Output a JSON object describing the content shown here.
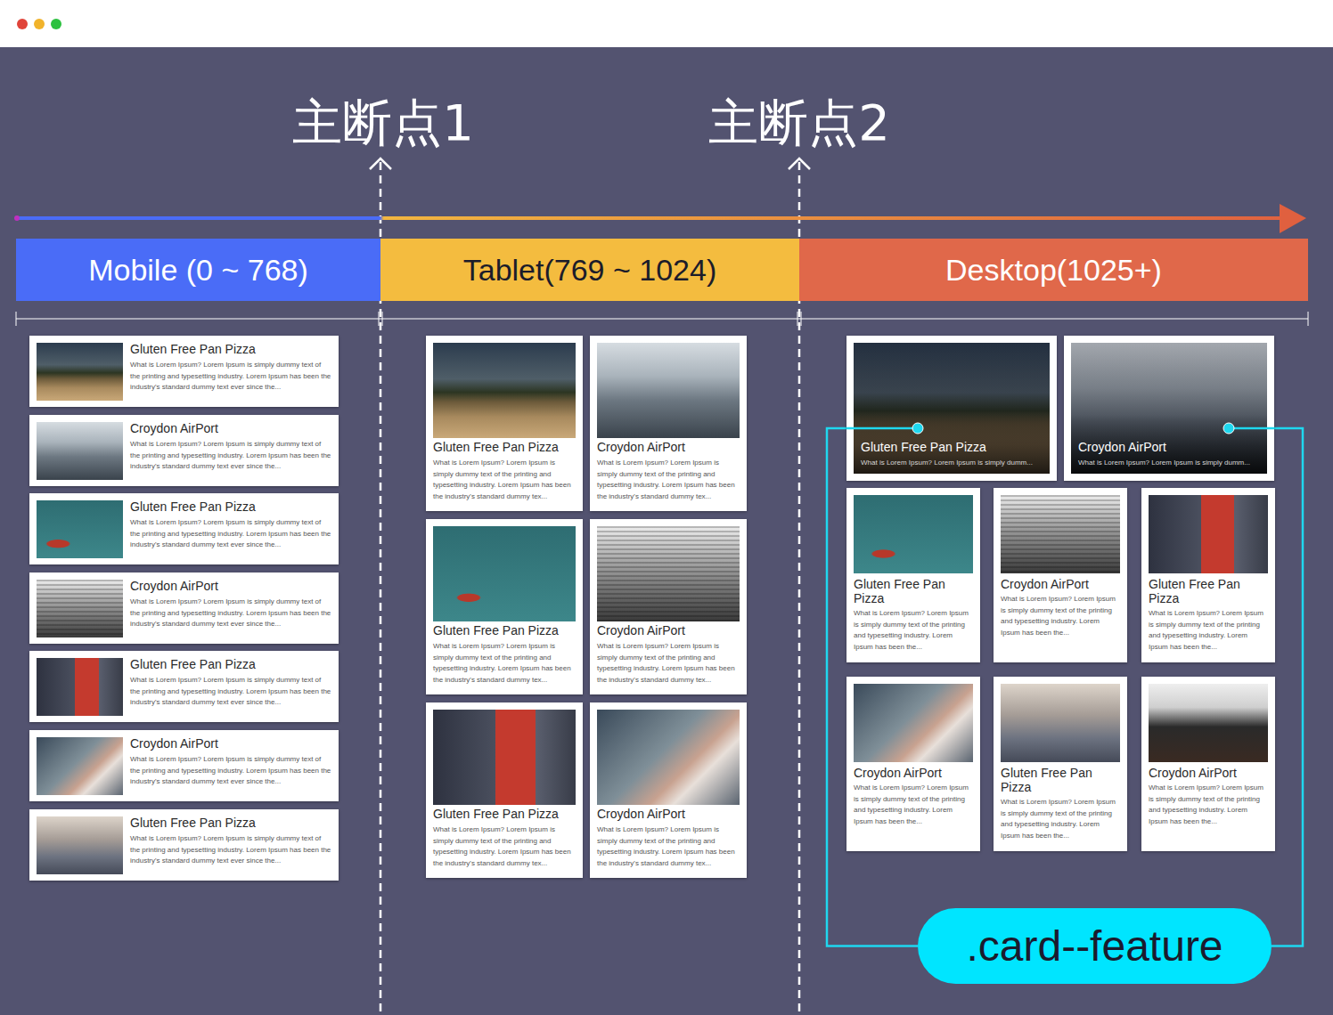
{
  "diagram": {
    "nodes": [
      {
        "text": [
          "Mobile (0 ~ 768)"
        ]
      },
      {
        "text": [
          "Tablet(769 ~ 1024)"
        ]
      },
      {
        "text": [
          "Desktop(1025+)"
        ]
      },
      {
        "text": [
          "Gluten Free Pan Pizza",
          "What is Lorem Ipsum? Lorem Ipsum is simply dummy text of the printing and typesetting industry. Lorem Ipsum has been the industry's standard dummy text ever since the..."
        ]
      },
      {
        "text": [
          "Croydon AirPort",
          "What is Lorem Ipsum? Lorem Ipsum is simply dummy text of the printing and typesetting industry. Lorem Ipsum has been the industry's standard dummy text ever since the..."
        ]
      },
      {
        "text": [
          "Gluten Free Pan Pizza",
          "What is Lorem Ipsum? Lorem Ipsum is simply dummy text of the printing and typesetting industry. Lorem Ipsum has been the industry's standard dummy text ever since the..."
        ]
      },
      {
        "text": [
          "Croydon AirPort",
          "What is Lorem Ipsum? Lorem Ipsum is simply dummy text of the printing and typesetting industry. Lorem Ipsum has been the industry's standard dummy text ever since the..."
        ]
      },
      {
        "text": [
          "Gluten Free Pan Pizza",
          "What is Lorem Ipsum? Lorem Ipsum is simply dummy text of the printing and typesetting industry. Lorem Ipsum has been the industry's standard dummy text ever since the..."
        ]
      },
      {
        "text": [
          "Croydon AirPort",
          "What is Lorem Ipsum? Lorem Ipsum is simply dummy text of the printing and typesetting industry. Lorem Ipsum has been the industry's standard dummy text ever since the..."
        ]
      },
      {
        "text": [
          "Gluten Free Pan Pizza",
          "What is Lorem Ipsum? Lorem Ipsum is simply dummy text of the printing and typesetting industry. Lorem Ipsum has been the industry's standard dummy text ever since the..."
        ]
      },
      {
        "text": [
          "Gluten Free Pan Pizza",
          "What is Lorem Ipsum? Lorem Ipsum is simply dummy text of the printing and typesetting industry. Lorem Ipsum has been the industry's standard dummy tex..."
        ]
      },
      {
        "text": [
          "Croydon AirPort",
          "What is Lorem Ipsum? Lorem Ipsum is simply dummy text of the printing and typesetting industry. Lorem Ipsum has been the industry's standard dummy tex..."
        ]
      },
      {
        "text": [
          "Gluten Free Pan Pizza",
          "What is Lorem Ipsum? Lorem Ipsum is simply dummy text of the printing and typesetting industry. Lorem Ipsum has been the industry's standard dummy tex..."
        ]
      },
      {
        "text": [
          "Croydon AirPort",
          "What is Lorem Ipsum? Lorem Ipsum is simply dummy text of the printing and typesetting industry. Lorem Ipsum has been the industry's standard dummy tex..."
        ]
      },
      {
        "text": [
          "Gluten Free Pan Pizza",
          "What is Lorem Ipsum? Lorem Ipsum is simply dummy text of the printing and typesetting industry. Lorem Ipsum has been the industry's standard dummy tex..."
        ]
      },
      {
        "text": [
          "Croydon AirPort",
          "What is Lorem Ipsum? Lorem Ipsum is simply dummy text of the printing and typesetting industry. Lorem Ipsum has been the industry's standard dummy tex..."
        ]
      },
      {
        "text": [
          "Gluten Free Pan Pizza",
          "What is Lorem Ipsum? Lorem Ipsum is simply dumm..."
        ]
      },
      {
        "text": [
          "Croydon AirPort",
          "What is Lorem Ipsum? Lorem Ipsum is simply dumm..."
        ]
      },
      {
        "text": [
          "Gluten Free Pan Pizza",
          "What is Lorem Ipsum? Lorem Ipsum is simply dummy text of the printing and typesetting industry. Lorem Ipsum has been the..."
        ]
      },
      {
        "text": [
          "Croydon AirPort",
          "What is Lorem Ipsum? Lorem Ipsum is simply dummy text of the printing and typesetting industry. Lorem Ipsum has been the..."
        ]
      },
      {
        "text": [
          "Gluten Free Pan Pizza",
          "What is Lorem Ipsum? Lorem Ipsum is simply dummy text of the printing and typesetting industry. Lorem Ipsum has been the..."
        ]
      },
      {
        "text": [
          "Croydon AirPort",
          "What is Lorem Ipsum? Lorem Ipsum is simply dummy text of the printing and typesetting industry. Lorem Ipsum has been the..."
        ]
      },
      {
        "text": [
          "Gluten Free Pan Pizza",
          "What is Lorem Ipsum? Lorem Ipsum is simply dummy text of the printing and typesetting industry. Lorem Ipsum has been the..."
        ]
      },
      {
        "text": [
          "Croydon AirPort",
          "What is Lorem Ipsum? Lorem Ipsum is simply dummy text of the printing and typesetting industry. Lorem Ipsum has been the..."
        ]
      },
      {
        "text": [
          ".card--feature"
        ]
      }
    ],
    "edges": [
      {
        "from": 16,
        "to": 24,
        "arrow": "none"
      },
      {
        "from": 17,
        "to": 24,
        "arrow": "none"
      }
    ],
    "labels": [
      "主断点1",
      "主断点2"
    ]
  }
}
